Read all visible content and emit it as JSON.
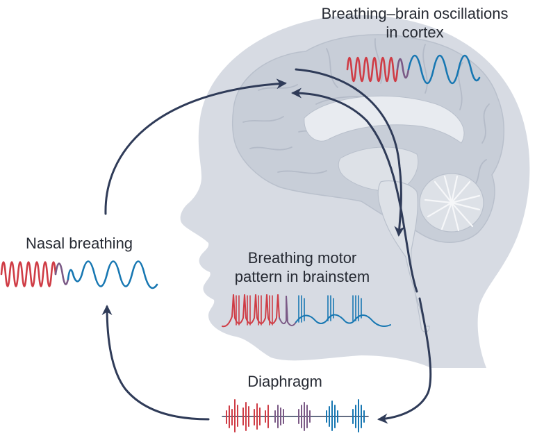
{
  "labels": {
    "cortex_line1": "Breathing–brain oscillations",
    "cortex_line2": "in cortex",
    "brainstem_line1": "Breathing motor",
    "brainstem_line2": "pattern in brainstem",
    "nasal": "Nasal breathing",
    "diaphragm": "Diaphragm"
  },
  "colors": {
    "head": "#d7dbe3",
    "brain": "#c8ced8",
    "brain_line": "#b9c0cc",
    "arrow": "#2f3b58",
    "fast_wave": "#cf3c45",
    "slow_wave": "#1777b2",
    "transition": "#7b5a86"
  }
}
